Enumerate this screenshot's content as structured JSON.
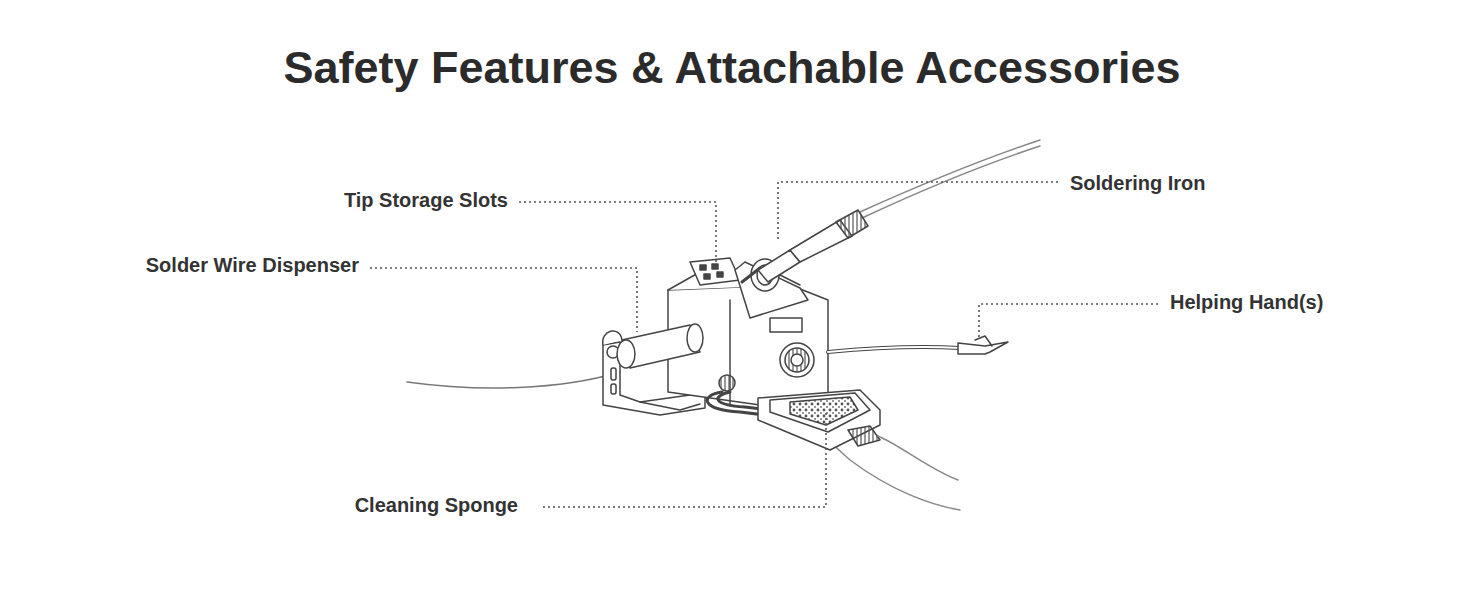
{
  "diagram": {
    "title": "Safety Features & Attachable Accessories",
    "labels": [
      "Tip Storage Slots",
      "Soldering Iron",
      "Solder Wire Dispenser",
      "Helping Hand(s)",
      "Cleaning Sponge"
    ]
  }
}
